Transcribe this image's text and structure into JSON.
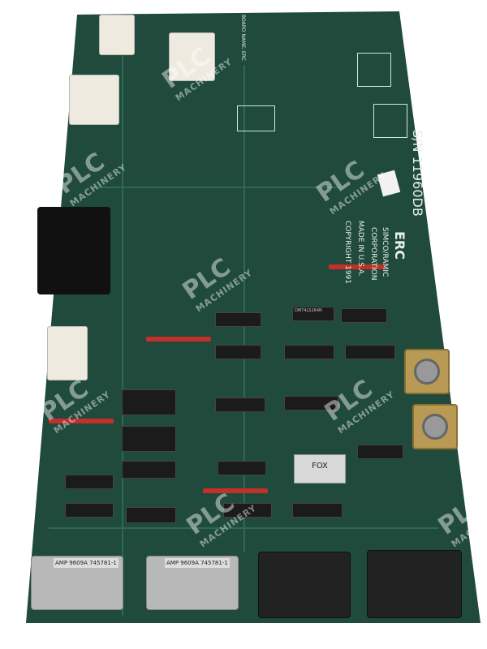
{
  "watermark": {
    "brand": "PLC",
    "sub": "MACHINERY"
  },
  "board": {
    "serial": "S/N 11960DB",
    "maker_logo": "ERC",
    "maker": "SIMCO/RAMIC",
    "corporation": "CORPORATION",
    "made_in": "MADE IN U.S.A.",
    "copyright": "COPYRIGHT 1991",
    "board_name": "BOARD NAME: ERC"
  },
  "components": {
    "crystal_label": "FOX",
    "connector_label_1": "AMP 9609A 745781-1",
    "connector_label_2": "AMP 9609A 745781-1",
    "ic_label": "DM74LS164N"
  },
  "colors": {
    "pcb": "#1f4a3c",
    "header": "#c3302c"
  }
}
